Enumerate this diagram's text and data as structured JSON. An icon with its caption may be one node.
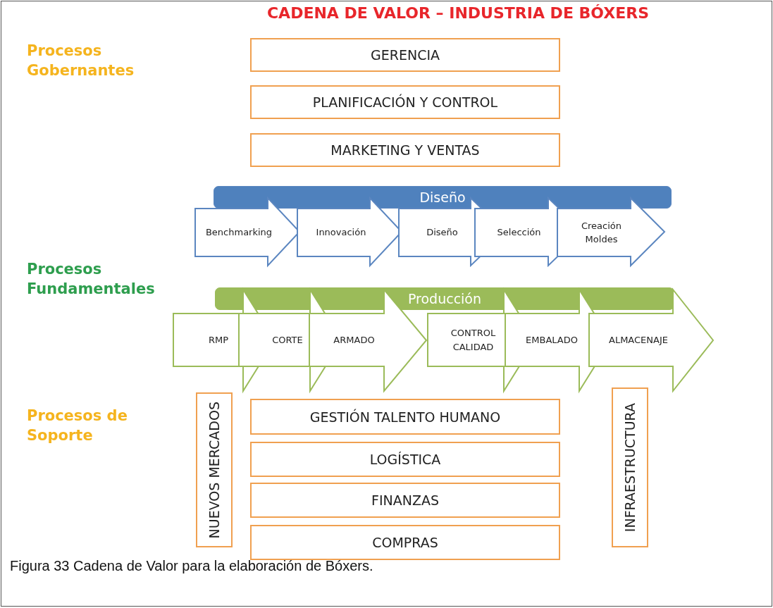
{
  "diagram": {
    "title": "CADENA DE VALOR – INDUSTRIA DE BÓXERS",
    "caption": "Figura 33 Cadena de Valor para la elaboración de Bóxers.",
    "nodes": [
      {
        "text": [
          "GERENCIA"
        ]
      },
      {
        "text": [
          "PLANIFICACIÓN Y CONTROL"
        ]
      },
      {
        "text": [
          "MARKETING Y VENTAS"
        ]
      },
      {
        "text": [
          "Diseño"
        ]
      },
      {
        "text": [
          "Benchmarking"
        ]
      },
      {
        "text": [
          "Innovación"
        ]
      },
      {
        "text": [
          "Diseño"
        ]
      },
      {
        "text": [
          "Selección"
        ]
      },
      {
        "text": [
          "Creación Moldes"
        ]
      },
      {
        "text": [
          "Producción"
        ]
      },
      {
        "text": [
          "RMP"
        ]
      },
      {
        "text": [
          "CORTE"
        ]
      },
      {
        "text": [
          "ARMADO"
        ]
      },
      {
        "text": [
          "CONTROL CALIDAD"
        ]
      },
      {
        "text": [
          "EMBALADO"
        ]
      },
      {
        "text": [
          "ALMACENAJE"
        ]
      },
      {
        "text": [
          "NUEVOS MERCADOS"
        ]
      },
      {
        "text": [
          "GESTIÓN TALENTO HUMANO"
        ]
      },
      {
        "text": [
          "LOGÍSTICA"
        ]
      },
      {
        "text": [
          "FINANZAS"
        ]
      },
      {
        "text": [
          "COMPRAS"
        ]
      },
      {
        "text": [
          "INFRAESTRUCTURA"
        ]
      }
    ],
    "labels": [
      "Procesos Gobernantes",
      "Procesos Fundamentales",
      "Procesos de Soporte"
    ]
  }
}
